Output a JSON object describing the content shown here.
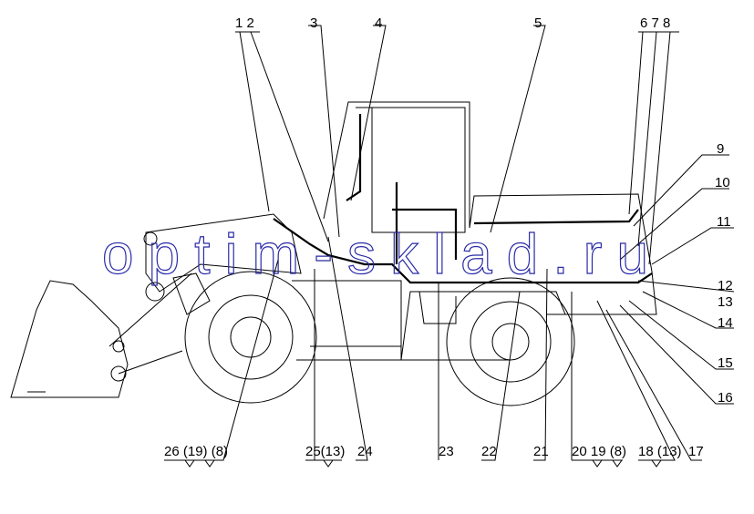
{
  "diagram": {
    "watermark": "optim-sklad.ru",
    "callouts_top": [
      "1 2",
      "3",
      "4",
      "5",
      "6 7 8"
    ],
    "callouts_right": [
      "9",
      "10",
      "11",
      "12",
      "13",
      "14",
      "15",
      "16",
      "17"
    ],
    "callouts_bottom": [
      "26 (19) (8)",
      "25(13)",
      "24",
      "23",
      "22",
      "21",
      "20 19 (8)",
      "18 (13)"
    ]
  }
}
